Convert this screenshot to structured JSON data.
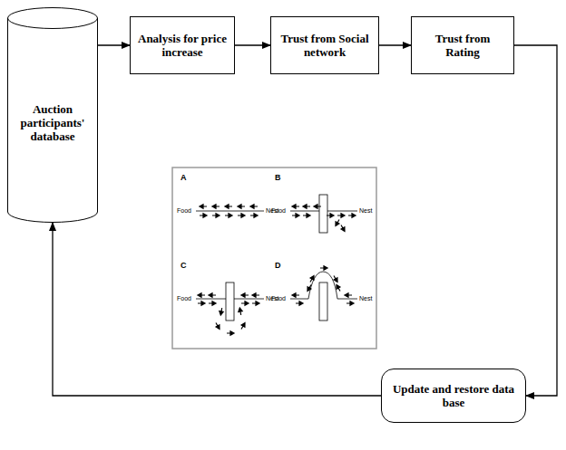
{
  "diagram": {
    "nodes": [
      {
        "text": [
          "Auction participants' database"
        ]
      },
      {
        "text": [
          "Analysis for price increase"
        ]
      },
      {
        "text": [
          "Trust from Social network"
        ]
      },
      {
        "text": [
          "Trust from Rating"
        ]
      },
      {
        "text": [
          "Update and restore data base"
        ]
      }
    ],
    "edges": [
      {
        "from": 0,
        "to": 1,
        "arrow": "to"
      },
      {
        "from": 1,
        "to": 2,
        "arrow": "to"
      },
      {
        "from": 2,
        "to": 3,
        "arrow": "to"
      },
      {
        "from": 3,
        "to": 4,
        "arrow": "to"
      },
      {
        "from": 4,
        "to": 0,
        "arrow": "to"
      }
    ],
    "labels": [
      "A",
      "Food",
      "Nest",
      "B",
      "Food",
      "Nest",
      "C",
      "Food",
      "Nest",
      "D",
      "Food",
      "Nest"
    ]
  }
}
